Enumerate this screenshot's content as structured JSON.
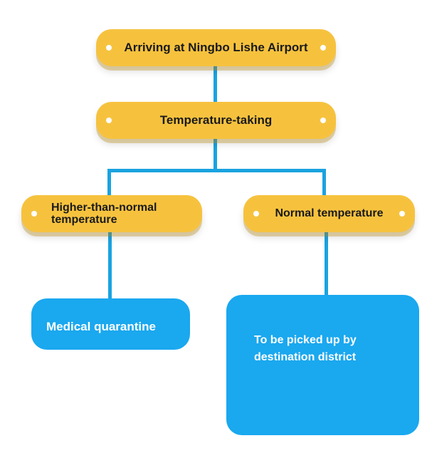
{
  "nodes": {
    "arrival": "Arriving at Ningbo Lishe Airport",
    "temperature_taking": "Temperature-taking",
    "higher_line1": "Higher-than-normal",
    "higher_line2": "temperature",
    "normal": "Normal temperature",
    "quarantine": "Medical quarantine",
    "pickup_line1": "To be picked up by",
    "pickup_line2": "destination district"
  },
  "colors": {
    "pill": "#f6c23e",
    "box": "#1aa8ef",
    "connector": "#1aa3e0"
  }
}
